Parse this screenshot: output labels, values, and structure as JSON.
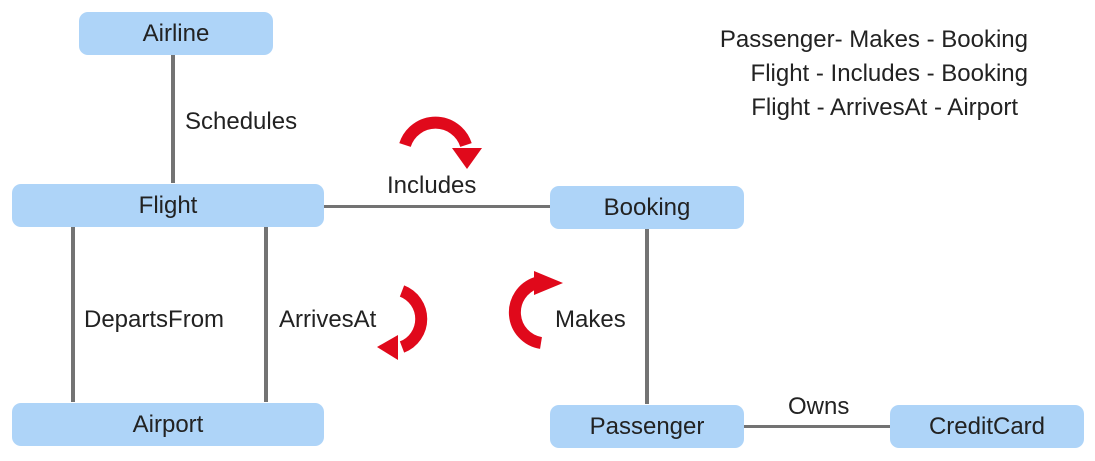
{
  "nodes": {
    "airline": "Airline",
    "flight": "Flight",
    "booking": "Booking",
    "airport": "Airport",
    "passenger": "Passenger",
    "creditcard": "CreditCard"
  },
  "relations": {
    "schedules": "Schedules",
    "includes": "Includes",
    "departs_from": "DepartsFrom",
    "arrives_at": "ArrivesAt",
    "makes": "Makes",
    "owns": "Owns"
  },
  "legend": [
    "Passenger- Makes - Booking",
    "Flight - Includes - Booking",
    "Flight - ArrivesAt - Airport"
  ],
  "colors": {
    "node_fill": "#aed4f8",
    "edge": "#737373",
    "arrow": "#e0091b"
  }
}
